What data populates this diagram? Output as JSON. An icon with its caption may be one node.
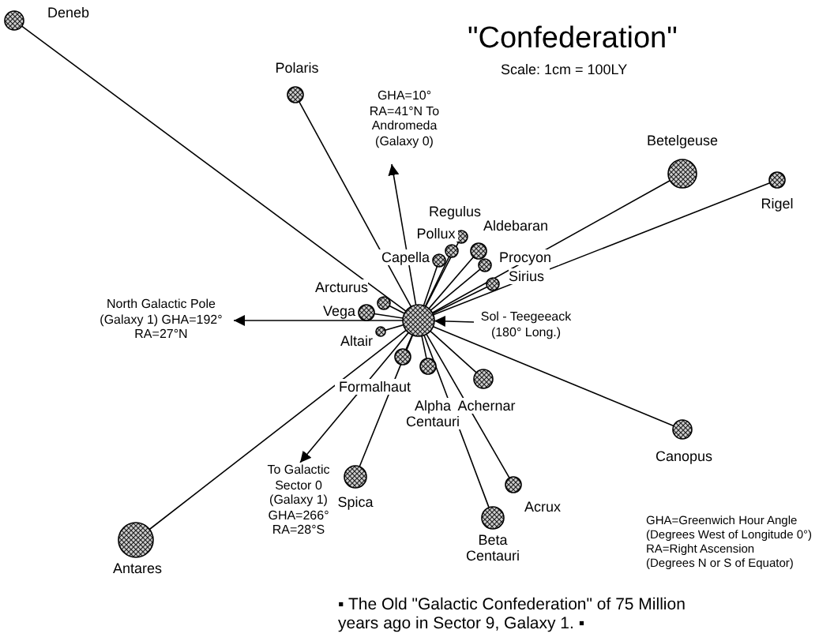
{
  "diagram": {
    "title": "\"Confederation\"",
    "caption": "▪ The Old \"Galactic Confederation\" of 75 Million years ago in Sector 9, Galaxy 1. ▪",
    "nodes": [
      {
        "text": [],
        "shape": "circle",
        "beside": [
          "Deneb"
        ]
      },
      {
        "text": [],
        "shape": "circle",
        "beside": [
          "Polaris"
        ]
      },
      {
        "text": [
          "GHA=10° RA=41°N To Andromeda (Galaxy 0)"
        ]
      },
      {
        "text": [],
        "shape": "circle",
        "beside": [
          "Betelgeuse"
        ]
      },
      {
        "text": [],
        "shape": "circle",
        "beside": [
          "Rigel"
        ]
      },
      {
        "text": [],
        "shape": "circle",
        "beside": [
          "Regulus"
        ]
      },
      {
        "text": [],
        "shape": "circle",
        "beside": [
          "Pollux"
        ]
      },
      {
        "text": [],
        "shape": "circle",
        "beside": [
          "Aldebaran"
        ]
      },
      {
        "text": [],
        "shape": "circle",
        "beside": [
          "Capella"
        ]
      },
      {
        "text": [],
        "shape": "circle",
        "beside": [
          "Procyon"
        ]
      },
      {
        "text": [],
        "shape": "circle",
        "beside": [
          "Sirius"
        ]
      },
      {
        "text": [],
        "shape": "circle",
        "beside": [
          "Arcturus"
        ]
      },
      {
        "text": [],
        "shape": "circle",
        "beside": [
          "Vega"
        ]
      },
      {
        "text": [
          "North Galactic Pole (Galaxy 1) GHA=192° RA=27°N"
        ]
      },
      {
        "text": [],
        "shape": "circle"
      },
      {
        "text": [
          "Sol - Teegeeack (180° Long.)"
        ]
      },
      {
        "text": [],
        "shape": "circle",
        "beside": [
          "Altair"
        ]
      },
      {
        "text": [],
        "shape": "circle",
        "beside": [
          "Formalhaut"
        ]
      },
      {
        "text": [],
        "shape": "circle",
        "beside": [
          "Alpha Centauri"
        ]
      },
      {
        "text": [],
        "shape": "circle",
        "beside": [
          "Achernar"
        ]
      },
      {
        "text": [],
        "shape": "circle",
        "beside": [
          "Canopus"
        ]
      },
      {
        "text": [
          "To Galactic Sector 0 (Galaxy 1) GHA=266° RA=28°S"
        ]
      },
      {
        "text": [],
        "shape": "circle",
        "beside": [
          "Spica"
        ]
      },
      {
        "text": [],
        "shape": "circle",
        "beside": [
          "Acrux"
        ]
      },
      {
        "text": [],
        "shape": "circle",
        "beside": [
          "Beta Centauri"
        ]
      },
      {
        "text": [],
        "shape": "circle",
        "beside": [
          "Antares"
        ]
      }
    ],
    "edges": [
      {
        "from": 14,
        "to": 0,
        "arrow": "none"
      },
      {
        "from": 14,
        "to": 1,
        "arrow": "none"
      },
      {
        "from": 14,
        "to": 2,
        "arrow": "to"
      },
      {
        "from": 14,
        "to": 3,
        "arrow": "none"
      },
      {
        "from": 14,
        "to": 4,
        "arrow": "none"
      },
      {
        "from": 14,
        "to": 5,
        "arrow": "none"
      },
      {
        "from": 14,
        "to": 6,
        "arrow": "none"
      },
      {
        "from": 14,
        "to": 7,
        "arrow": "none"
      },
      {
        "from": 14,
        "to": 8,
        "arrow": "none"
      },
      {
        "from": 14,
        "to": 9,
        "arrow": "none"
      },
      {
        "from": 14,
        "to": 10,
        "arrow": "none"
      },
      {
        "from": 14,
        "to": 11,
        "arrow": "none"
      },
      {
        "from": 14,
        "to": 12,
        "arrow": "none"
      },
      {
        "from": 14,
        "to": 13,
        "arrow": "to"
      },
      {
        "from": 15,
        "to": 14,
        "arrow": "to"
      },
      {
        "from": 14,
        "to": 16,
        "arrow": "none"
      },
      {
        "from": 14,
        "to": 17,
        "arrow": "none"
      },
      {
        "from": 14,
        "to": 18,
        "arrow": "none"
      },
      {
        "from": 14,
        "to": 19,
        "arrow": "none"
      },
      {
        "from": 14,
        "to": 20,
        "arrow": "none"
      },
      {
        "from": 14,
        "to": 21,
        "arrow": "to"
      },
      {
        "from": 14,
        "to": 22,
        "arrow": "none"
      },
      {
        "from": 14,
        "to": 23,
        "arrow": "none"
      },
      {
        "from": 14,
        "to": 24,
        "arrow": "none"
      },
      {
        "from": 14,
        "to": 25,
        "arrow": "none"
      }
    ],
    "labels": [
      "Scale: 1cm = 100LY",
      "GHA=Greenwich Hour Angle",
      "(Degrees West of Longitude 0°)",
      "RA=Right Ascension",
      "(Degrees N or S of Equator)"
    ]
  }
}
